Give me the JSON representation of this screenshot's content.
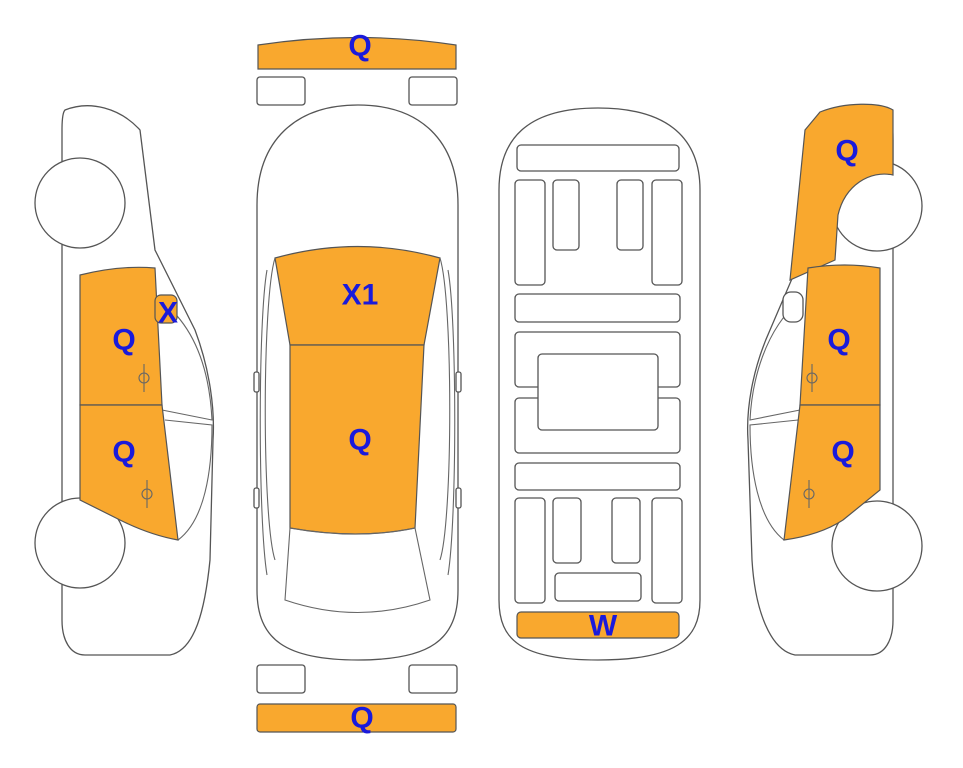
{
  "colors": {
    "damage_fill": "#f9a82e",
    "label_text": "#1a1adb",
    "outline": "#555555",
    "background": "#ffffff"
  },
  "labels": {
    "front_bumper": "Q",
    "rear_bumper": "Q",
    "windshield": "X1",
    "roof": "Q",
    "undercarriage_rear": "W",
    "left_front_door": "Q",
    "left_rear_door": "Q",
    "left_mirror": "X",
    "right_rear_quarter": "Q",
    "right_front_door": "Q",
    "right_rear_door": "Q"
  }
}
